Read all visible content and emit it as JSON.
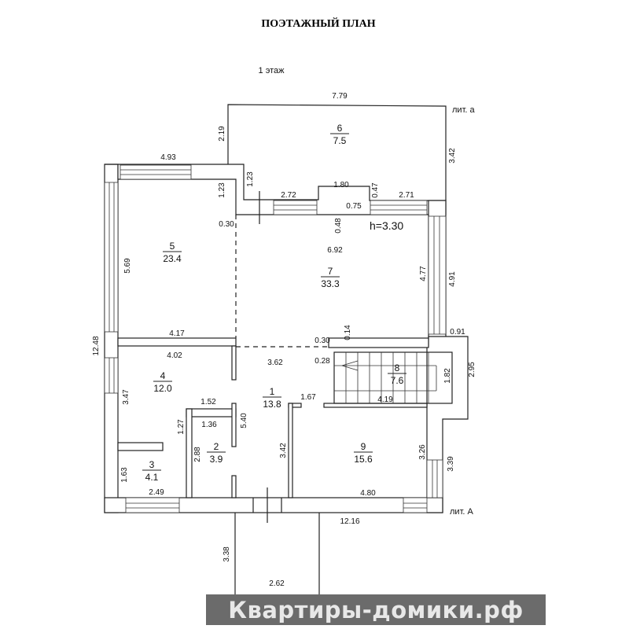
{
  "title": "ПОЭТАЖНЫЙ ПЛАН",
  "floor_label": "1 этаж",
  "height_label": "h=3.30",
  "lit_a_small": "лит. а",
  "lit_a_big": "лит. А",
  "rooms": [
    {
      "number": "6",
      "area": "7.5"
    },
    {
      "number": "5",
      "area": "23.4"
    },
    {
      "number": "7",
      "area": "33.3"
    },
    {
      "number": "4",
      "area": "12.0"
    },
    {
      "number": "8",
      "area": "7.6"
    },
    {
      "number": "1",
      "area": "13.8"
    },
    {
      "number": "2",
      "area": "3.9"
    },
    {
      "number": "3",
      "area": "4.1"
    },
    {
      "number": "9",
      "area": "15.6"
    }
  ],
  "dims": [
    "7.79",
    "2.19",
    "3.42",
    "4.93",
    "1.23",
    "1.23",
    "2.72",
    "1.80",
    "0.47",
    "2.71",
    "0.75",
    "0.48",
    "0.30",
    "6.92",
    "5.69",
    "4.77",
    "4.91",
    "12.48",
    "4.17",
    "0.91",
    "0.30",
    "0.14",
    "4.02",
    "3.62",
    "0.28",
    "1.82",
    "2.95",
    "3.47",
    "1.52",
    "1.67",
    "4.19",
    "5.40",
    "1.27",
    "1.36",
    "2.88",
    "3.42",
    "3.26",
    "3.39",
    "1.63",
    "2.49",
    "4.80",
    "12.16",
    "3.38",
    "2.62"
  ],
  "watermark": {
    "text": "Квартиры-домики.рф",
    "accent": "#7cc242",
    "bg": "#6b6b6b"
  }
}
